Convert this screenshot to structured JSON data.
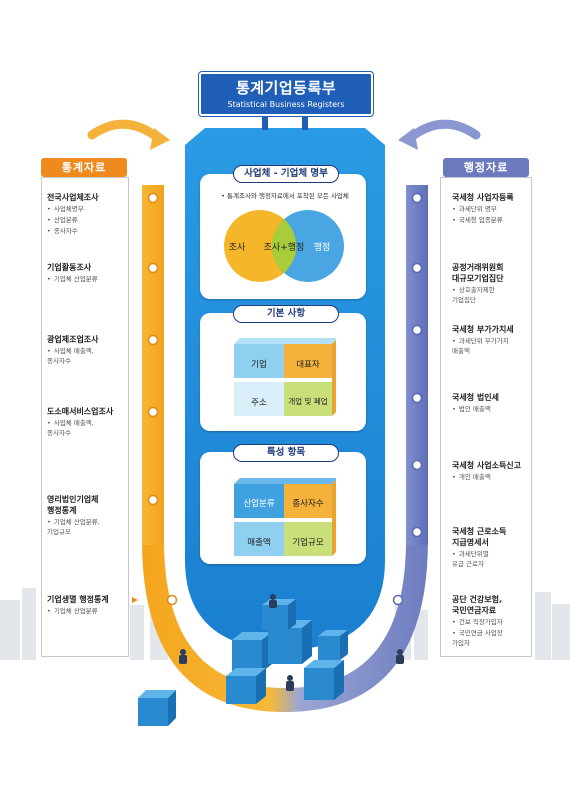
{
  "title": {
    "main": "통계기업등록부",
    "sub": "Statistical Business Registers"
  },
  "left": {
    "header": "통계자료",
    "items": [
      {
        "title": "전국사업체조사",
        "subs": [
          "사업체명부",
          "산업분류",
          "종사자수"
        ]
      },
      {
        "title": "기업활동조사",
        "subs": [
          "기업체 산업분류"
        ]
      },
      {
        "title": "광업제조업조사",
        "subs": [
          "사업체 매출액,\n종사자수"
        ]
      },
      {
        "title": "도소매서비스업조사",
        "subs": [
          "사업체 매출액,\n종사자수"
        ]
      },
      {
        "title": "영리법인기업체\n행정통계",
        "subs": [
          "기업체 산업분류,\n기업규모"
        ]
      },
      {
        "title": "기업생멸 행정통계",
        "subs": [
          "기업체 산업분류"
        ]
      }
    ]
  },
  "right": {
    "header": "행정자료",
    "items": [
      {
        "title": "국세청 사업자등록",
        "subs": [
          "과세단위 명부",
          "국세청 업종분류"
        ]
      },
      {
        "title": "공정거래위원회\n대규모기업집단",
        "subs": [
          "상호출자제한\n기업집단"
        ]
      },
      {
        "title": "국세청 부가가치세",
        "subs": [
          "과세단위 부가가치\n매출액"
        ]
      },
      {
        "title": "국세청 법인세",
        "subs": [
          "법인 매출액"
        ]
      },
      {
        "title": "국세청 사업소득신고",
        "subs": [
          "개인 매출액"
        ]
      },
      {
        "title": "국세청 근로소득\n지급명세서",
        "subs": [
          "과세단위별\n유급 근로자"
        ]
      },
      {
        "title": "공단 건강보험,\n국민연금자료",
        "subs": [
          "건보 직장가입자",
          "국민연금 사업장\n가입자"
        ]
      }
    ]
  },
  "center": {
    "box1": {
      "title": "사업체 - 기업체 명부",
      "note": "통계조사와 행정자료에서 포착된 모든 사업체",
      "venn": {
        "left": "조사",
        "middle": "조사+행정",
        "right": "행정"
      }
    },
    "box2": {
      "title": "기본 사항",
      "cells": [
        "기업",
        "대표자",
        "주소",
        "개업 및 폐업"
      ]
    },
    "box3": {
      "title": "특성 항목",
      "cells": [
        "산업분류",
        "종사자수",
        "매출액",
        "기업규모"
      ]
    }
  },
  "colors": {
    "left_accent": "#ef8a1f",
    "right_accent": "#6b79bd",
    "center_blue": "#1e88d6",
    "title_blue": "#1f5fb8",
    "venn_left": "#f6b21f",
    "venn_mid": "#a8cc3a",
    "venn_right": "#3fa1e0"
  }
}
